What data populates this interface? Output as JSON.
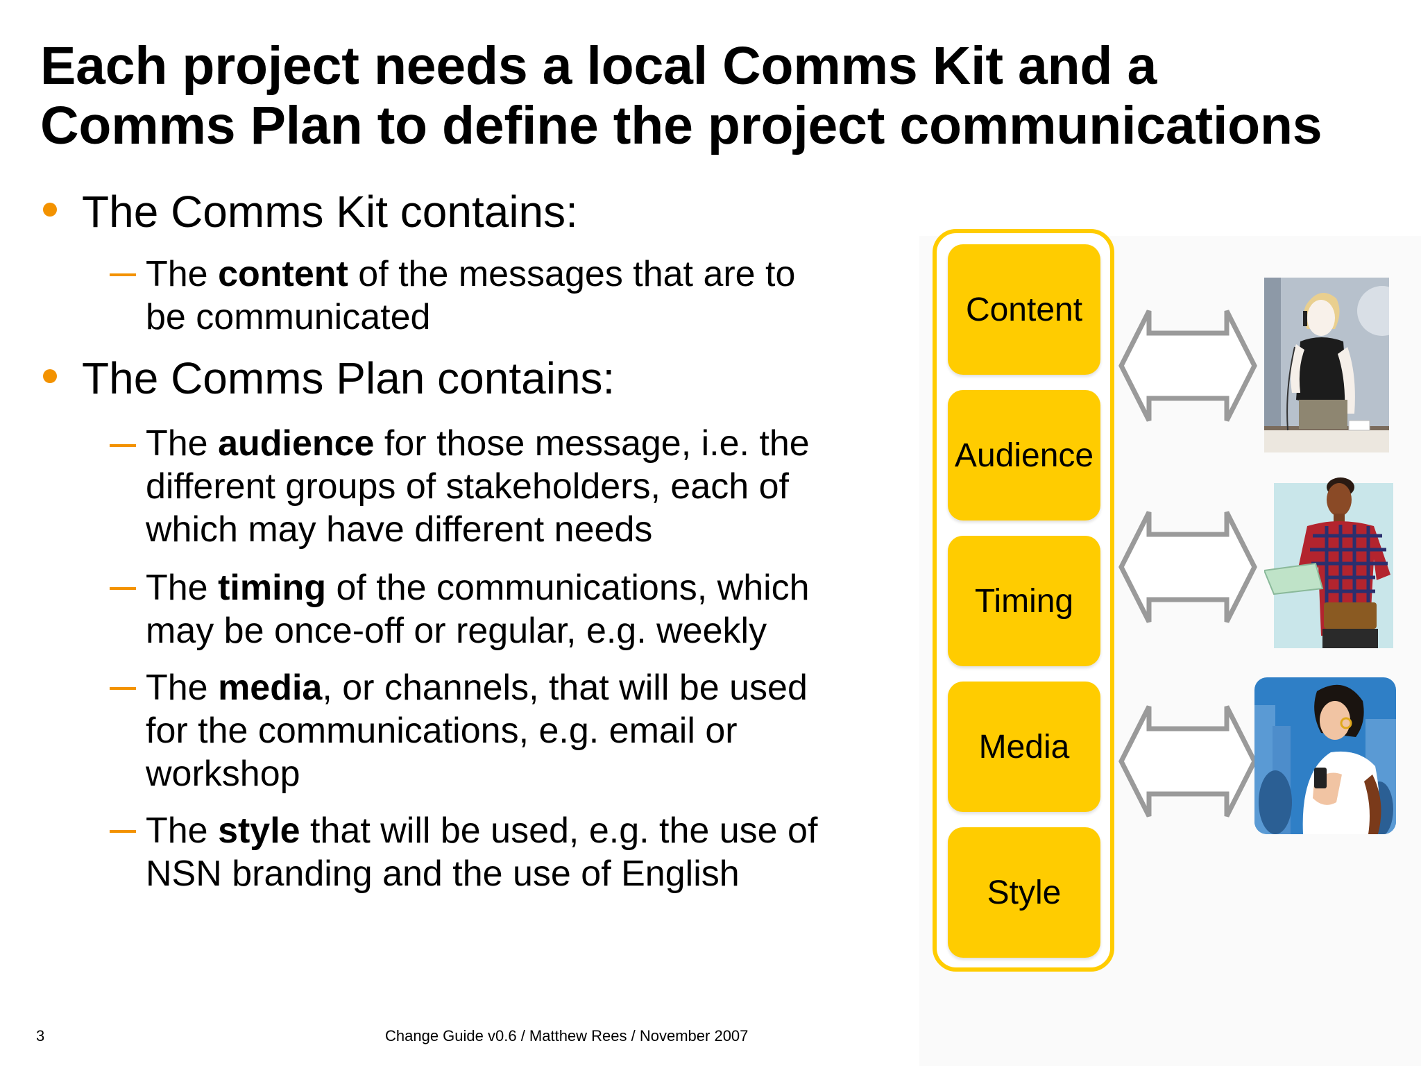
{
  "slide": {
    "title_line1": "Each project needs a local Comms Kit and a",
    "title_line2": "Comms Plan to define the project communications"
  },
  "bullets": [
    {
      "label": "The Comms Kit contains:",
      "items": [
        {
          "pre": "The ",
          "bold": "content",
          "post_line1": " of the messages that are to",
          "lines": [
            "be communicated"
          ]
        }
      ]
    },
    {
      "label": "The Comms Plan contains:",
      "items": [
        {
          "pre": "The ",
          "bold": "audience",
          "post_line1": " for those message, i.e. the",
          "lines": [
            "different groups of stakeholders, each of",
            "which may have different needs"
          ]
        },
        {
          "pre": "The ",
          "bold": "timing",
          "post_line1": " of the communications, which",
          "lines": [
            "may be once-off or regular, e.g. weekly"
          ]
        },
        {
          "pre": "The ",
          "bold": "media",
          "post_line1": ", or channels, that will be used",
          "lines": [
            "for the communications, e.g. email or",
            "workshop"
          ]
        },
        {
          "pre": "The ",
          "bold": "style",
          "post_line1": " that will be used, e.g. the use of",
          "lines": [
            "NSN branding and the use of English"
          ]
        }
      ]
    }
  ],
  "stack": {
    "labels": [
      "Content",
      "Audience",
      "Timing",
      "Media",
      "Style"
    ]
  },
  "illustrations": {
    "person1": "woman-on-phone-illustration",
    "person2": "man-reading-document-illustration",
    "person3": "woman-with-mobile-illustration"
  },
  "footer": {
    "page_number": "3",
    "text": "Change Guide v0.6 / Matthew Rees / November 2007"
  },
  "colors": {
    "accent_orange": "#f39200",
    "stack_yellow": "#ffcc00",
    "arrow_grey": "#9a9a9a"
  }
}
